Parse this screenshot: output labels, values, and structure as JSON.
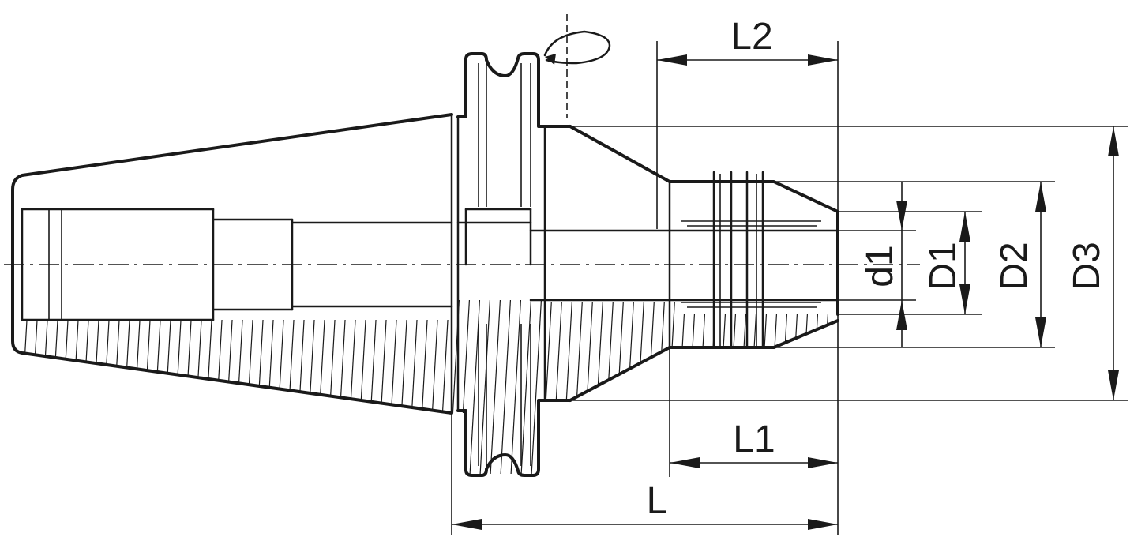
{
  "labels": {
    "L2": "L2",
    "L1": "L1",
    "L": "L",
    "d1": "d1",
    "D1": "D1",
    "D2": "D2",
    "D3": "D3"
  },
  "colors": {
    "line": "#1a1a1a",
    "background": "#ffffff"
  }
}
